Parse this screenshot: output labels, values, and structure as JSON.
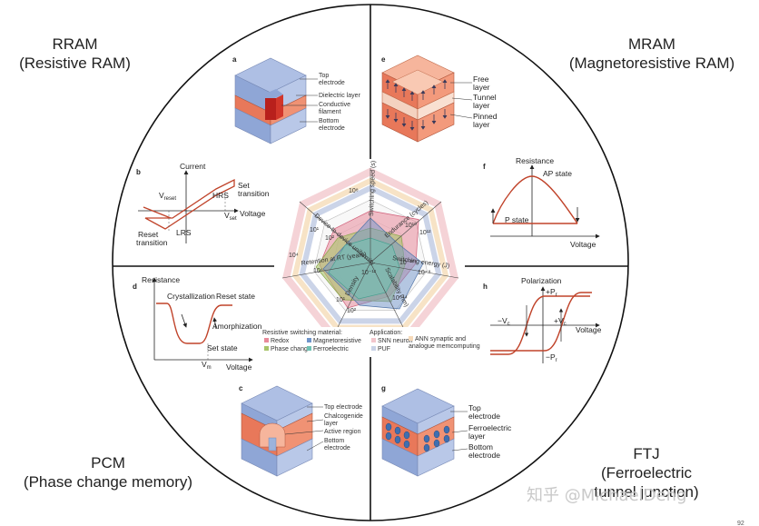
{
  "quadrants": {
    "rram": {
      "name": "RRAM",
      "full": "(Resistive RAM)"
    },
    "mram": {
      "name": "MRAM",
      "full": "(Magnetoresistive RAM)"
    },
    "pcm": {
      "name": "PCM",
      "full": "(Phase change memory)"
    },
    "ftj": {
      "name": "FTJ",
      "full": "(Ferroelectric",
      "full2": "tunnel junction)"
    }
  },
  "panels": {
    "a": {
      "letter": "a",
      "labels": [
        "Top",
        "electrode",
        "Dielectric layer",
        "Conductive",
        "filament",
        "Bottom",
        "electrode"
      ]
    },
    "b": {
      "letter": "b",
      "current": "Current",
      "voltage": "Voltage",
      "vreset": "V",
      "vreset_sub": "reset",
      "vset": "V",
      "vset_sub": "set",
      "hrs": "HRS",
      "lrs": "LRS",
      "set": "Set",
      "set2": "transition",
      "reset": "Reset",
      "reset2": "transition"
    },
    "c": {
      "letter": "c",
      "labels": [
        "Top electrode",
        "Chalcogenide",
        "layer",
        "Active region",
        "Bottom",
        "electrode"
      ]
    },
    "d": {
      "letter": "d",
      "resistance": "Resistance",
      "cryst": "Crystallization",
      "reset": "Reset state",
      "amorph": "Amorphization",
      "set": "Set state",
      "voltage": "Voltage",
      "vm": "V",
      "vm_sub": "m"
    },
    "e": {
      "letter": "e",
      "labels": [
        "Free",
        "layer",
        "Tunnel",
        "layer",
        "Pinned",
        "layer"
      ]
    },
    "f": {
      "letter": "f",
      "resistance": "Resistance",
      "ap": "AP state",
      "p": "P state",
      "voltage": "Voltage"
    },
    "g": {
      "letter": "g",
      "labels": [
        "Top",
        "electrode",
        "Ferroelectric",
        "layer",
        "Bottom",
        "electrode"
      ]
    },
    "h": {
      "letter": "h",
      "polarization": "Polarization",
      "voltage": "Voltage",
      "pr_pos": "+P",
      "pr_neg": "−P",
      "vc_neg": "−V",
      "vc_pos": "+V",
      "r_sub": "r",
      "c_sub": "c"
    }
  },
  "radar": {
    "axes": [
      "Switching speed (s)",
      "Endurance (cycles)",
      "Switching energy (J)",
      "Scalability (nm)",
      "Density",
      "Retention at RT (years)",
      "Device-to-device uniformity"
    ],
    "ticks": [
      "10¹",
      "10²",
      "10⁴",
      "10⁶",
      "10⁸",
      "10¹⁰",
      "10¹²",
      "10⁻¹⁰",
      "10⁻⁸",
      "10⁻¹²",
      "10⁻¹⁴",
      "10¹",
      "10²"
    ],
    "legend": {
      "material_title": "Resistive switching material:",
      "materials": [
        {
          "name": "Redox",
          "color": "#e88a9a"
        },
        {
          "name": "Magnetoresistive",
          "color": "#6f94c9"
        },
        {
          "name": "Phase change",
          "color": "#a8c46a"
        },
        {
          "name": "Ferroelectric",
          "color": "#6fc1b3"
        }
      ],
      "app_title": "Application:",
      "apps": [
        {
          "name": "SNN neuron",
          "color": "#f2c6cc"
        },
        {
          "name": "PUF",
          "color": "#c9d2e6"
        },
        {
          "name": "ANN synaptic and",
          "color": "#f6d9b8"
        }
      ],
      "app_cont": "analogue memcomputing"
    }
  },
  "watermark": "知乎 @MichaelDeng",
  "page_num": "92",
  "colors": {
    "bluePlate": "#9cb3dc",
    "orange": "#e8785a",
    "red": "#c0281e",
    "salmon": "#f6b59c",
    "curve": "#c0432a"
  }
}
